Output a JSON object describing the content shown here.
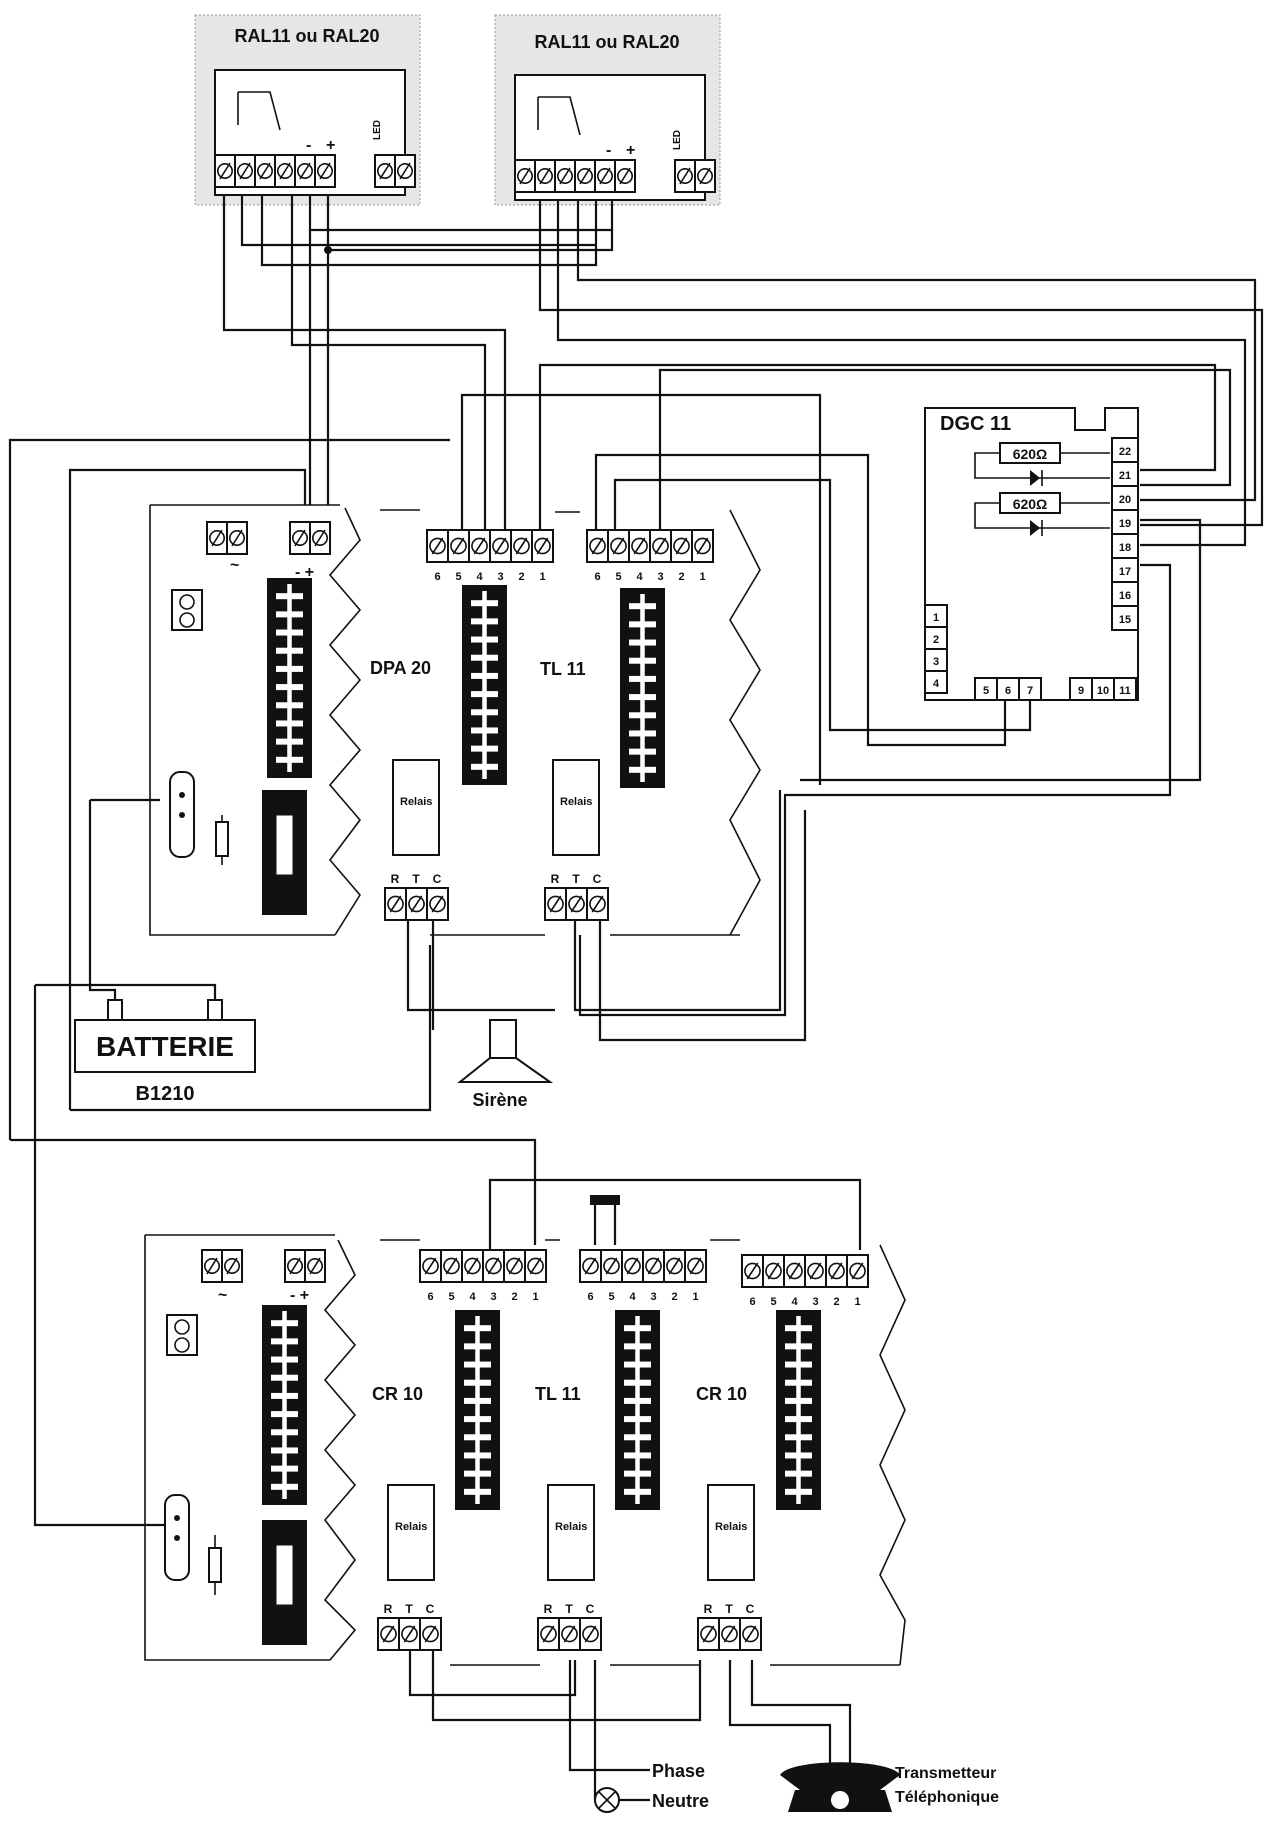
{
  "detectors": {
    "left_title": "RAL11 ou RAL20",
    "right_title": "RAL11 ou RAL20",
    "label_minus": "-",
    "label_plus": "+",
    "label_led": "LED"
  },
  "dgc": {
    "title": "DGC 11",
    "resistor_1": "620Ω",
    "resistor_2": "620Ω",
    "terminals_right": [
      "22",
      "21",
      "20",
      "19",
      "18",
      "17",
      "16",
      "15"
    ],
    "terminals_left": [
      "1",
      "2",
      "3",
      "4"
    ],
    "terminals_bottom": [
      "5",
      "6",
      "7",
      "9",
      "10",
      "11"
    ]
  },
  "upper_rack": {
    "power_module": "DPA 20",
    "line_module": "TL 11",
    "relay_label": "Relais",
    "relay_terminals": [
      "R",
      "T",
      "C"
    ],
    "input_numbers": [
      "6",
      "5",
      "4",
      "3",
      "2",
      "1"
    ],
    "supply_ac": "~",
    "supply_dc": "- +"
  },
  "battery": {
    "label": "BATTERIE",
    "model": "B1210"
  },
  "siren": {
    "label": "Sirène"
  },
  "lower_rack": {
    "module_1": "CR 10",
    "module_2": "TL 11",
    "module_3": "CR 10",
    "relay_label": "Relais",
    "relay_terminals": [
      "R",
      "T",
      "C"
    ],
    "input_numbers": [
      "6",
      "5",
      "4",
      "3",
      "2",
      "1"
    ],
    "supply_ac": "~",
    "supply_dc": "- +"
  },
  "outputs": {
    "phase": "Phase",
    "neutral": "Neutre",
    "transmitter_line1": "Transmetteur",
    "transmitter_line2": "Téléphonique"
  }
}
